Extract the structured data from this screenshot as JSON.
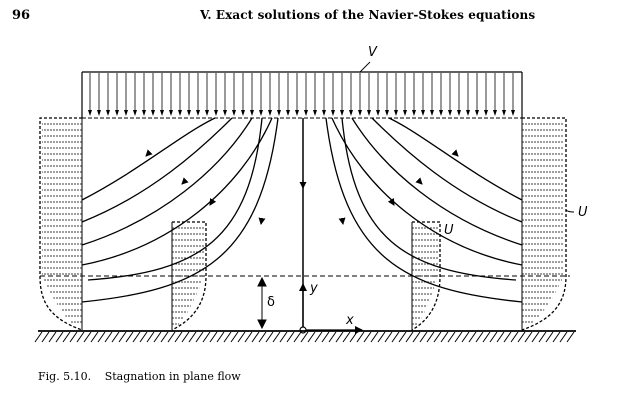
{
  "header": {
    "page_number": "96",
    "running_title": "V. Exact solutions of the Navier-Stokes equations"
  },
  "figure": {
    "labels": {
      "inflow_velocity": "V",
      "outer_velocity": "U",
      "inner_velocity": "U",
      "boundary_layer_thickness": "δ",
      "y_axis": "y",
      "x_axis": "x"
    },
    "caption_label": "Fig. 5.10.",
    "caption_text": "Stagnation in plane flow"
  }
}
